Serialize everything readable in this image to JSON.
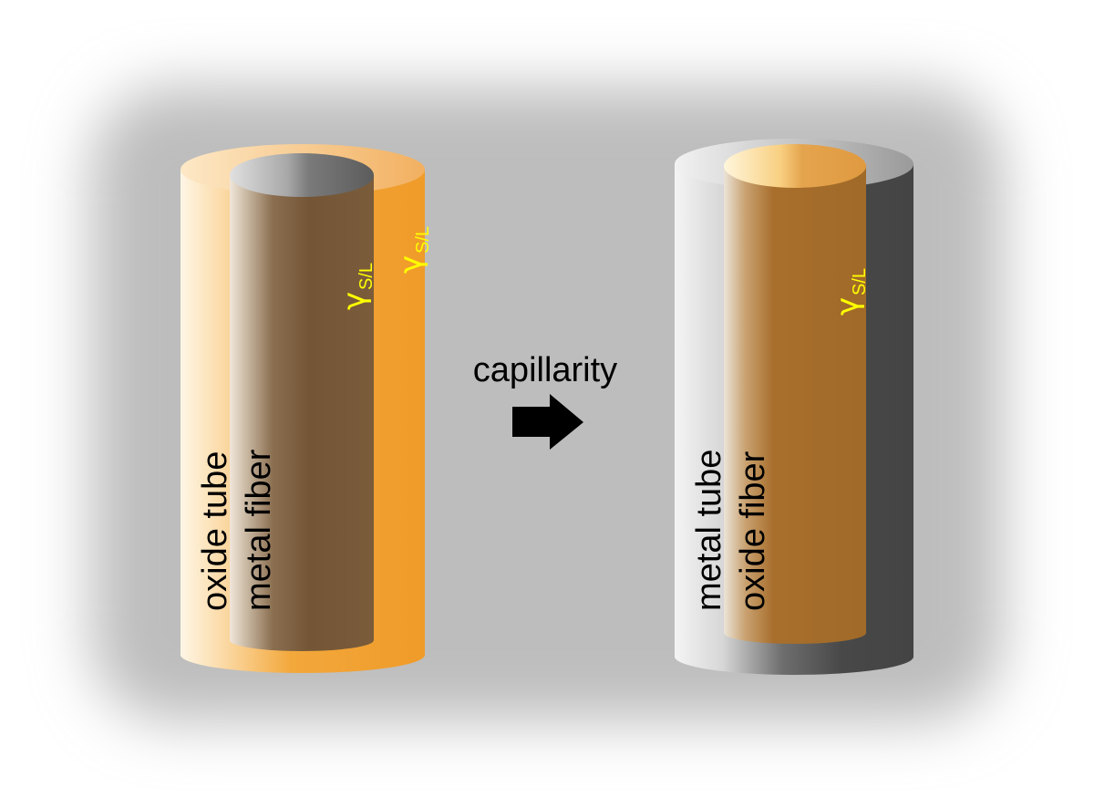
{
  "left_cylinder": {
    "outer_label": "oxide tube",
    "inner_label": "metal fiber",
    "inner_gamma": {
      "symbol": "γ",
      "subscript": "S/L"
    },
    "outer_gamma": {
      "symbol": "γ",
      "subscript": "S/L"
    }
  },
  "transition": {
    "label": "capillarity",
    "arrow_icon": "right-arrow-icon"
  },
  "right_cylinder": {
    "outer_label": "metal tube",
    "inner_label": "oxide fiber",
    "inner_gamma": {
      "symbol": "γ",
      "subscript": "S/L"
    }
  },
  "colors": {
    "background_gray": "#c0c0c0",
    "orange": "#f0a030",
    "metal_brown": "#77593a",
    "oxide_core": "#a06a28",
    "metal_dark": "#464646",
    "gamma_yellow": "#ffff00"
  }
}
